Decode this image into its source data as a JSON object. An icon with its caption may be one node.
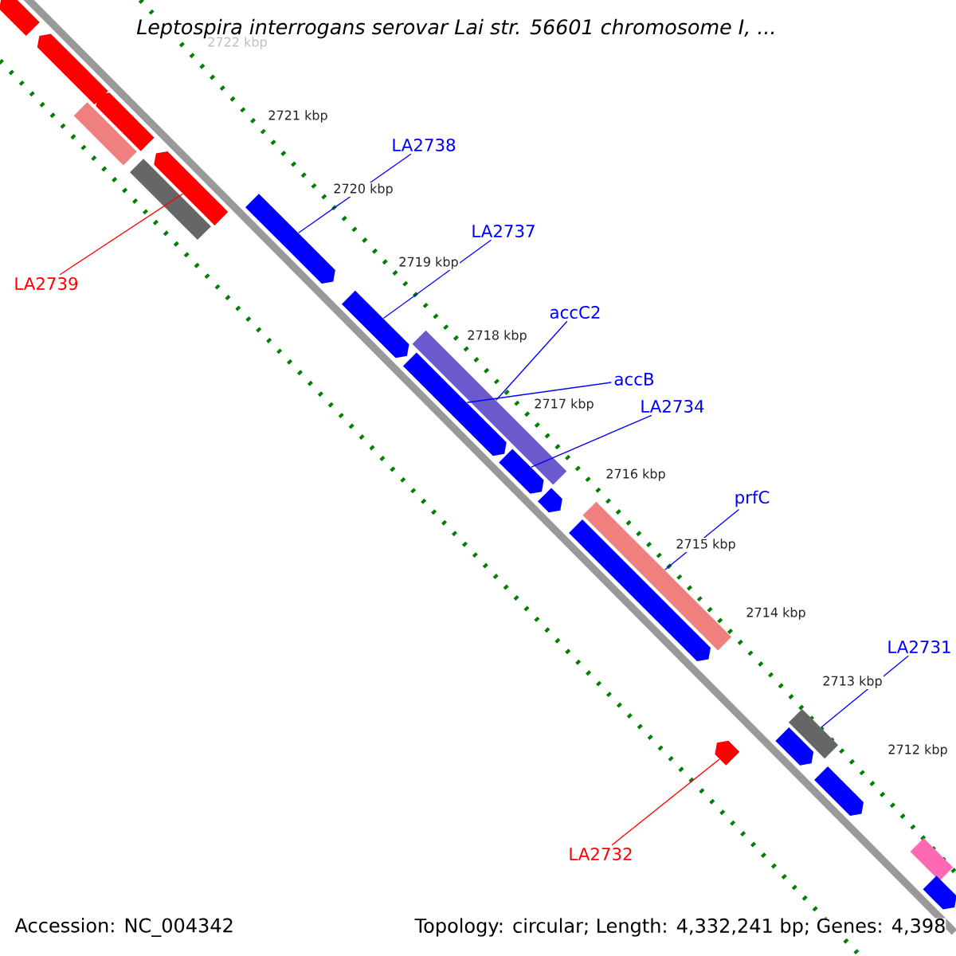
{
  "diagram": {
    "title": "Leptospira interrogans serovar Lai str. 56601 chromosome I, ...",
    "nodes": [
      {
        "text": [],
        "shape": "arrow"
      },
      {
        "text": [],
        "shape": "arrow"
      },
      {
        "text": [],
        "shape": "arrow"
      },
      {
        "text": [],
        "shape": "box"
      },
      {
        "text": [],
        "shape": "arrow"
      },
      {
        "text": [],
        "shape": "box"
      },
      {
        "text": [],
        "shape": "arrow"
      },
      {
        "text": [],
        "shape": "arrow"
      },
      {
        "text": [],
        "shape": "box"
      },
      {
        "text": [],
        "shape": "arrow"
      },
      {
        "text": [],
        "shape": "arrow"
      },
      {
        "text": [],
        "shape": "arrow"
      },
      {
        "text": [],
        "shape": "box"
      },
      {
        "text": [],
        "shape": "arrow"
      },
      {
        "text": [],
        "shape": "box"
      },
      {
        "text": [],
        "shape": "arrow"
      },
      {
        "text": [],
        "shape": "arrow"
      },
      {
        "text": [],
        "shape": "arrow"
      },
      {
        "text": [],
        "shape": "box"
      },
      {
        "text": [],
        "shape": "arrow"
      },
      {
        "text": [
          "LA2739"
        ]
      },
      {
        "text": [
          "LA2738"
        ]
      },
      {
        "text": [
          "LA2737"
        ]
      },
      {
        "text": [
          "accC2"
        ]
      },
      {
        "text": [
          "accB"
        ]
      },
      {
        "text": [
          "LA2734"
        ]
      },
      {
        "text": [
          "prfC"
        ]
      },
      {
        "text": [
          "LA2731"
        ]
      },
      {
        "text": [
          "LA2732"
        ]
      }
    ],
    "edges": [
      {
        "from": 20,
        "to": 4,
        "arrow": "none",
        "color": "#ff0000"
      },
      {
        "from": 21,
        "to": 6,
        "arrow": "none"
      },
      {
        "from": 22,
        "to": 7,
        "arrow": "none"
      },
      {
        "from": 23,
        "to": 8,
        "arrow": "none"
      },
      {
        "from": 24,
        "to": 9,
        "arrow": "none"
      },
      {
        "from": 25,
        "to": 10,
        "arrow": "none"
      },
      {
        "from": 26,
        "to": 12,
        "arrow": "none"
      },
      {
        "from": 27,
        "to": 14,
        "arrow": "none"
      },
      {
        "from": 28,
        "to": 15,
        "arrow": "none",
        "color": "#ff0000"
      }
    ],
    "labels": [
      "2722 kbp",
      "2721 kbp",
      "2720 kbp",
      "2719 kbp",
      "2718 kbp",
      "2717 kbp",
      "2716 kbp",
      "2715 kbp",
      "2714 kbp",
      "2713 kbp",
      "2712 kbp",
      "Accession: NC_004342",
      "Topology: circular; Length: 4,332,241 bp; Genes: 4,398"
    ]
  }
}
